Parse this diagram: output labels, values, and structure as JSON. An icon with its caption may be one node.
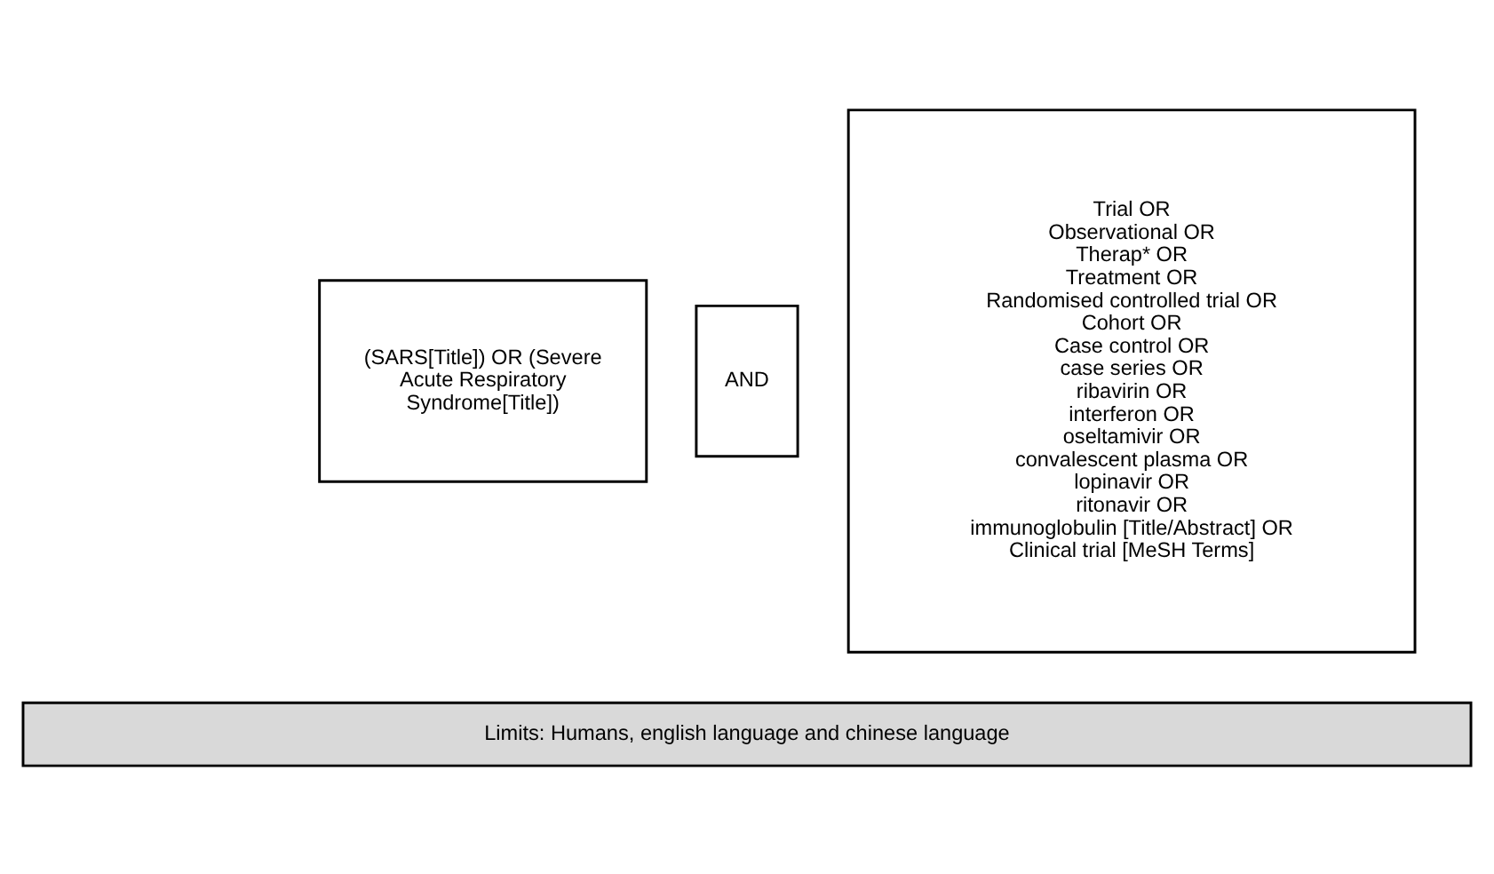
{
  "diagram": {
    "nodes": [
      {
        "text": [
          "(SARS[Title]) OR (Severe Acute Respiratory Syndrome[Title])"
        ]
      },
      {
        "text": [
          "AND"
        ]
      },
      {
        "text": [
          "Trial OR",
          "Observational OR",
          "Therap* OR",
          "Treatment OR",
          "Randomised controlled trial OR",
          "Cohort OR",
          "Case control OR",
          "case series OR",
          "ribavirin OR",
          "interferon OR",
          "oseltamivir OR",
          "convalescent plasma OR",
          "lopinavir OR",
          "ritonavir OR",
          "immunoglobulin [Title/Abstract] OR",
          "Clinical trial [MeSH Terms]"
        ]
      },
      {
        "text": [
          "Limits: Humans, english language and chinese language"
        ]
      }
    ],
    "edges": []
  }
}
